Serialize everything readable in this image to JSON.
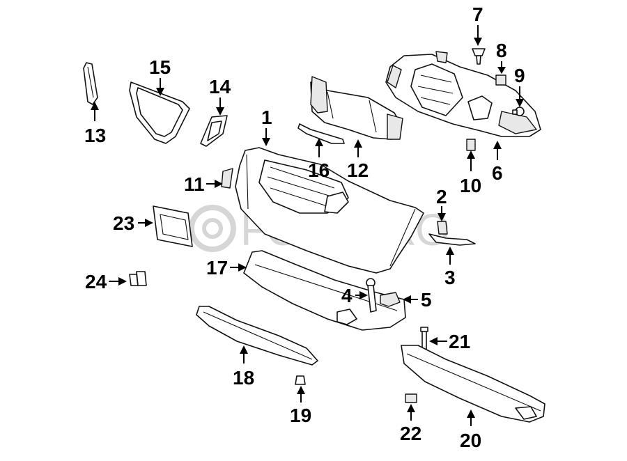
{
  "watermark": {
    "text": "FCPEURO"
  },
  "callouts": [
    {
      "id": "1",
      "label": "1"
    },
    {
      "id": "2",
      "label": "2"
    },
    {
      "id": "3",
      "label": "3"
    },
    {
      "id": "4",
      "label": "4"
    },
    {
      "id": "5",
      "label": "5"
    },
    {
      "id": "6",
      "label": "6"
    },
    {
      "id": "7",
      "label": "7"
    },
    {
      "id": "8",
      "label": "8"
    },
    {
      "id": "9",
      "label": "9"
    },
    {
      "id": "10",
      "label": "10"
    },
    {
      "id": "11",
      "label": "11"
    },
    {
      "id": "12",
      "label": "12"
    },
    {
      "id": "13",
      "label": "13"
    },
    {
      "id": "14",
      "label": "14"
    },
    {
      "id": "15",
      "label": "15"
    },
    {
      "id": "16",
      "label": "16"
    },
    {
      "id": "17",
      "label": "17"
    },
    {
      "id": "18",
      "label": "18"
    },
    {
      "id": "19",
      "label": "19"
    },
    {
      "id": "20",
      "label": "20"
    },
    {
      "id": "21",
      "label": "21"
    },
    {
      "id": "22",
      "label": "22"
    },
    {
      "id": "23",
      "label": "23"
    },
    {
      "id": "24",
      "label": "24"
    }
  ]
}
